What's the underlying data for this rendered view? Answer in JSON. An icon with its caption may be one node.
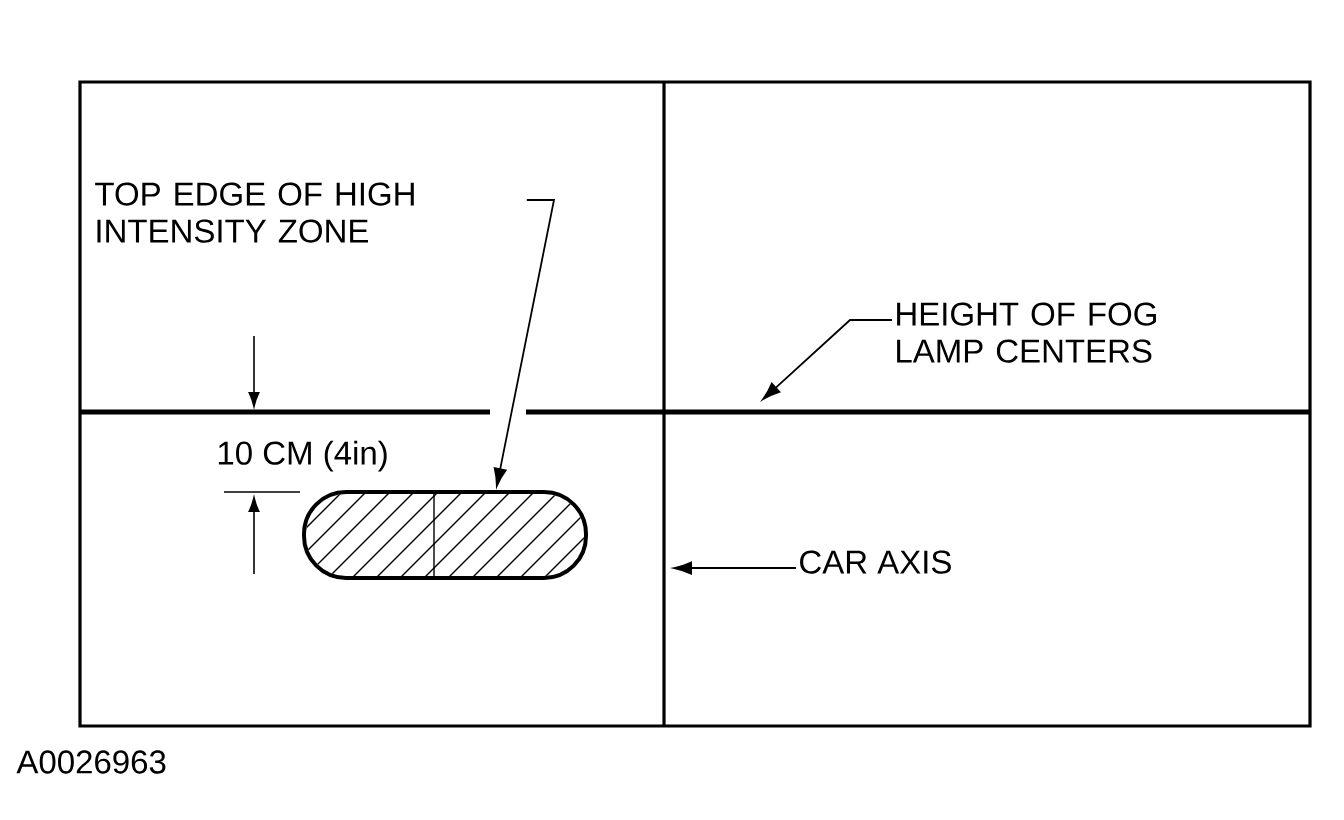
{
  "diagram": {
    "nodes": [
      {
        "text": [
          "TOP EDGE OF HIGH INTENSITY ZONE"
        ]
      },
      {
        "text": [],
        "shape": "box"
      },
      {
        "text": [
          "HEIGHT OF FOG LAMP CENTERS"
        ]
      },
      {
        "text": [
          "CAR AXIS"
        ]
      }
    ],
    "edges": [
      {
        "from": 0,
        "to": 1,
        "arrow": "to"
      },
      {
        "from": 2,
        "to": null,
        "arrow": "to"
      },
      {
        "from": 3,
        "to": null,
        "arrow": "to"
      }
    ],
    "labels": [
      "10 CM (4in)",
      "A0026963"
    ]
  }
}
